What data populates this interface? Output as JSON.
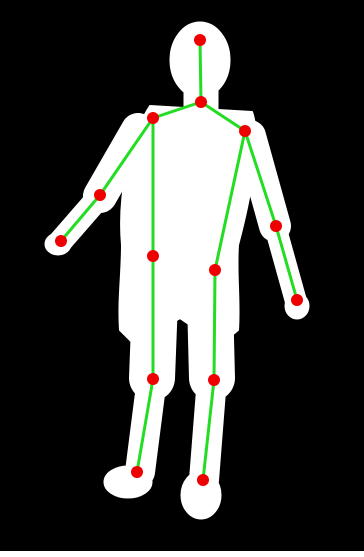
{
  "figure": {
    "colors": {
      "background": "#000000",
      "silhouette": "#ffffff",
      "bone": "#22dd22",
      "joint": "#ee0000"
    },
    "joints": [
      {
        "id": "head"
      },
      {
        "id": "neck"
      },
      {
        "id": "right-shoulder"
      },
      {
        "id": "right-elbow"
      },
      {
        "id": "right-wrist"
      },
      {
        "id": "left-shoulder"
      },
      {
        "id": "left-elbow"
      },
      {
        "id": "left-wrist"
      },
      {
        "id": "right-hip"
      },
      {
        "id": "right-knee"
      },
      {
        "id": "right-ankle"
      },
      {
        "id": "left-hip"
      },
      {
        "id": "left-knee"
      },
      {
        "id": "left-ankle"
      }
    ],
    "bones": [
      [
        "head",
        "neck"
      ],
      [
        "neck",
        "right-shoulder"
      ],
      [
        "neck",
        "left-shoulder"
      ],
      [
        "right-shoulder",
        "right-elbow"
      ],
      [
        "right-elbow",
        "right-wrist"
      ],
      [
        "left-shoulder",
        "left-elbow"
      ],
      [
        "left-elbow",
        "left-wrist"
      ],
      [
        "right-shoulder",
        "right-hip"
      ],
      [
        "right-hip",
        "right-knee"
      ],
      [
        "right-knee",
        "right-ankle"
      ],
      [
        "left-shoulder",
        "left-hip"
      ],
      [
        "left-hip",
        "left-knee"
      ],
      [
        "left-knee",
        "left-ankle"
      ]
    ]
  }
}
